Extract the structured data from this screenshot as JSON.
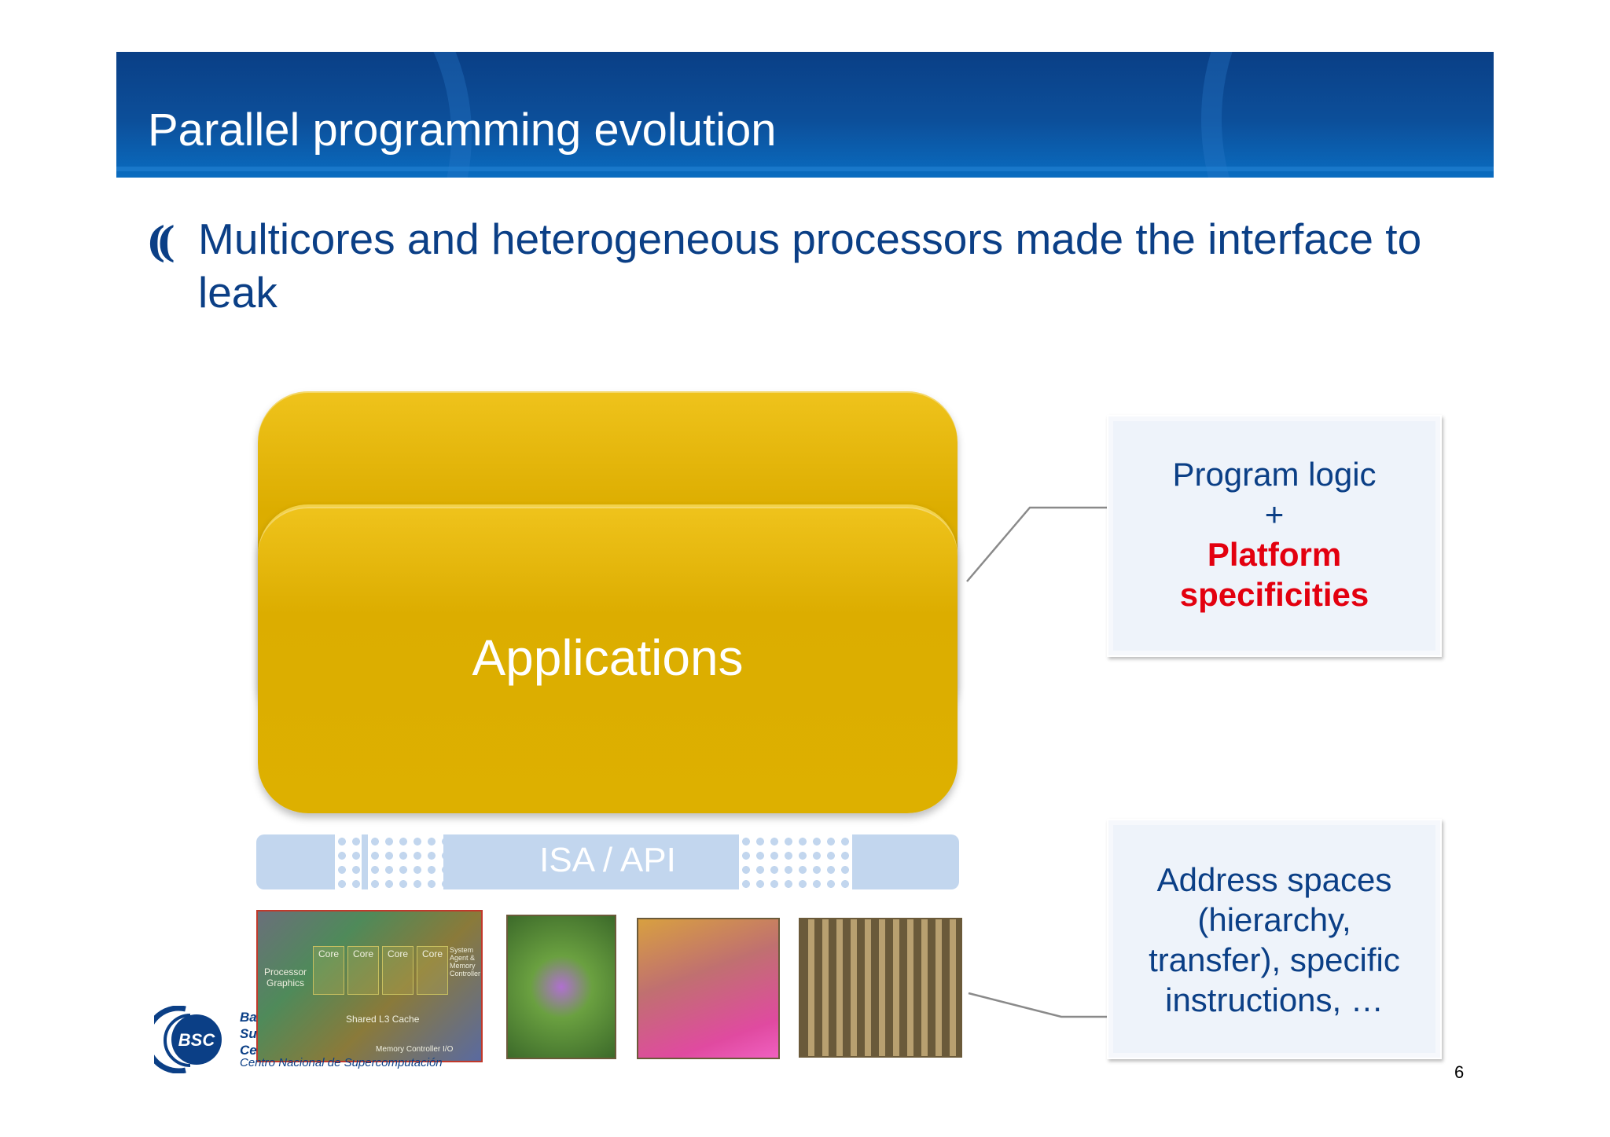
{
  "slide": {
    "title": "Parallel programming evolution",
    "bullet_glyph": "((",
    "bullet_text": "Multicores  and heterogeneous processors made the interface to leak",
    "page_number": "6"
  },
  "diagram": {
    "applications_label": "Applications",
    "isa_label": "ISA / API",
    "callout_top": {
      "line1": "Program logic",
      "line2": "+",
      "line3": "Platform",
      "line4": "specificities",
      "highlight_color": "#e3000f"
    },
    "callout_bottom": {
      "line1": "Address spaces",
      "line2": "(hierarchy,",
      "line3": "transfer), specific",
      "line4": "instructions, …"
    },
    "chip1": {
      "cores": [
        "Core",
        "Core",
        "Core",
        "Core"
      ],
      "processor_graphics": "Processor Graphics",
      "shared_cache": "Shared L3 Cache",
      "system_agent": "System Agent & Memory Controller",
      "memory_io": "Memory Controller I/O"
    }
  },
  "logo": {
    "abbrev": "BSC",
    "partial_lines": [
      "Ba",
      "Su",
      "Ce"
    ],
    "subtitle": "Centro Nacional de Supercomputación"
  },
  "colors": {
    "header_blue": "#0c4f9a",
    "text_blue": "#0b3f86",
    "applications_gold": "#dcad00",
    "isa_bar": "#c2d6ee"
  }
}
